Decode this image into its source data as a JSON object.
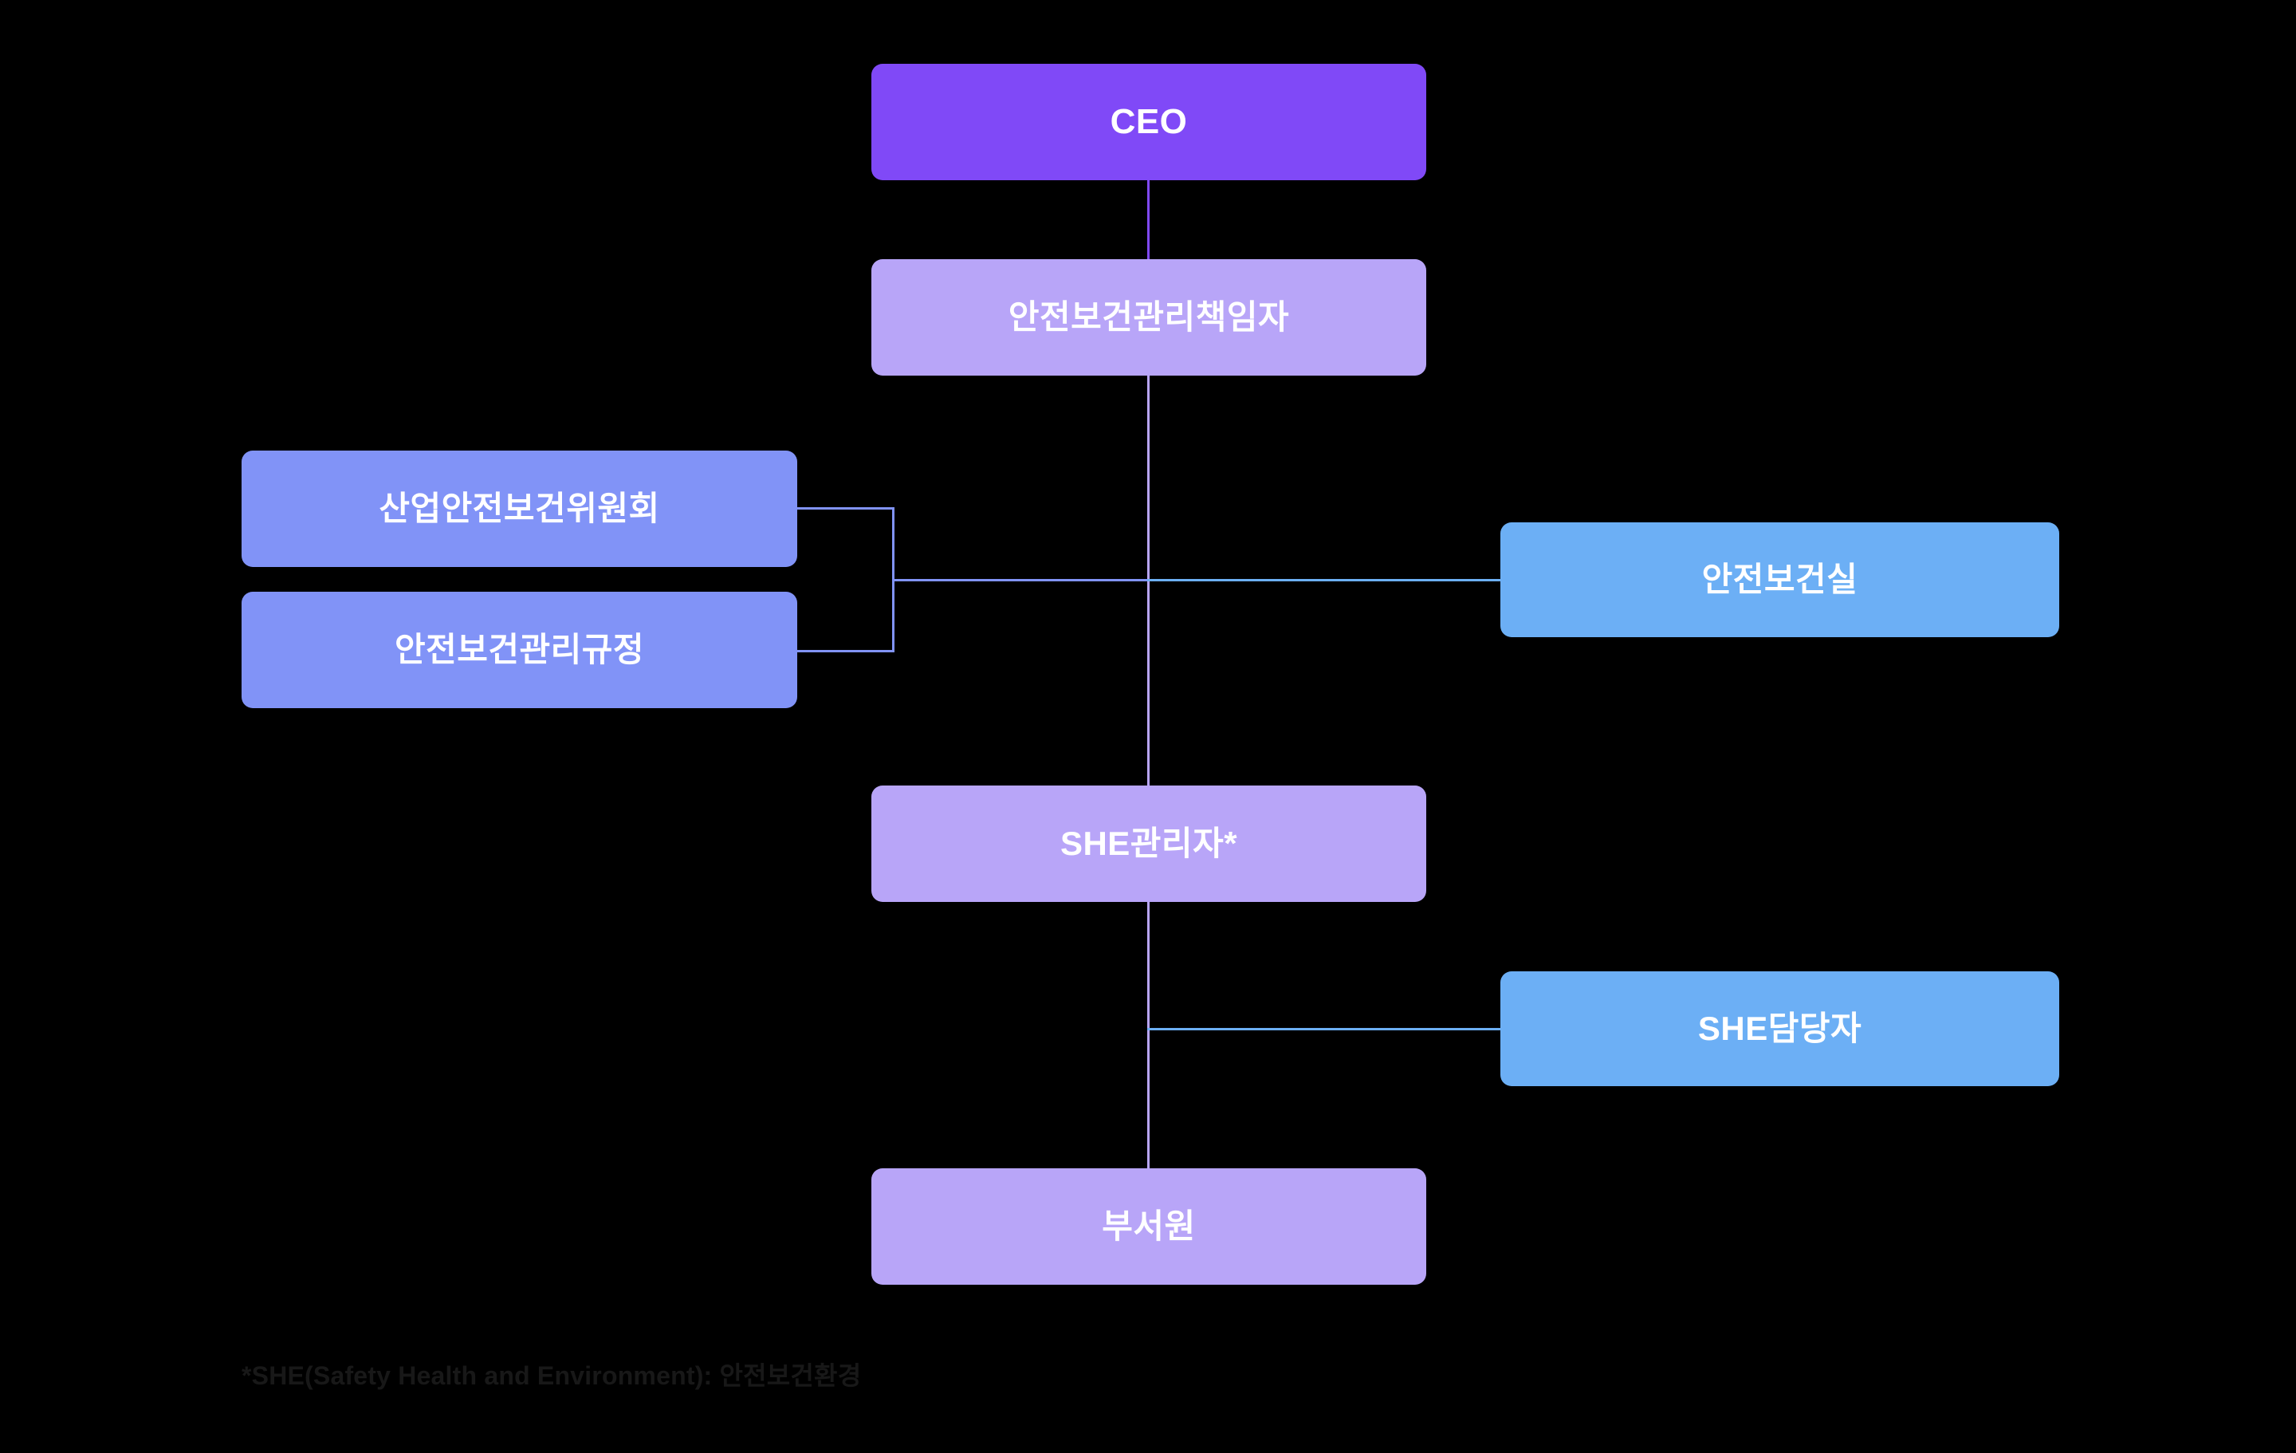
{
  "diagram": {
    "type": "org-chart",
    "title": "",
    "background_color": "#000000",
    "palette": {
      "ceo_purple": "#8049F7",
      "lavender": "#B8A5F8",
      "periwinkle": "#8193F7",
      "sky_blue": "#6CAFF5",
      "node_text": "#FFFFFF",
      "footnote_text": "#181818"
    },
    "nodes": [
      {
        "id": "ceo",
        "label": "CEO",
        "color_key": "ceo_purple"
      },
      {
        "id": "safety_mgr",
        "label": "안전보건관리책임자",
        "color_key": "lavender"
      },
      {
        "id": "committee",
        "label": "산업안전보건위원회",
        "color_key": "periwinkle"
      },
      {
        "id": "regulation",
        "label": "안전보건관리규정",
        "color_key": "periwinkle"
      },
      {
        "id": "she_office",
        "label": "안전보건실",
        "color_key": "sky_blue"
      },
      {
        "id": "she_mgr",
        "label": "SHE관리자*",
        "color_key": "lavender"
      },
      {
        "id": "she_staff",
        "label": "SHE담당자",
        "color_key": "sky_blue"
      },
      {
        "id": "dept_staff",
        "label": "부서원",
        "color_key": "lavender"
      }
    ],
    "edges": [
      {
        "from": "ceo",
        "to": "safety_mgr",
        "style": "vertical"
      },
      {
        "from": "safety_mgr",
        "to": "she_mgr",
        "style": "vertical"
      },
      {
        "from": "she_mgr",
        "to": "dept_staff",
        "style": "vertical"
      },
      {
        "from": "committee",
        "to": "safety_mgr",
        "style": "bracket-left"
      },
      {
        "from": "regulation",
        "to": "safety_mgr",
        "style": "bracket-left"
      },
      {
        "from": "safety_mgr",
        "to": "she_office",
        "style": "branch-right"
      },
      {
        "from": "she_mgr",
        "to": "she_staff",
        "style": "branch-right"
      }
    ],
    "footnote": "*SHE(Safety Health and Environment): 안전보건환경"
  }
}
